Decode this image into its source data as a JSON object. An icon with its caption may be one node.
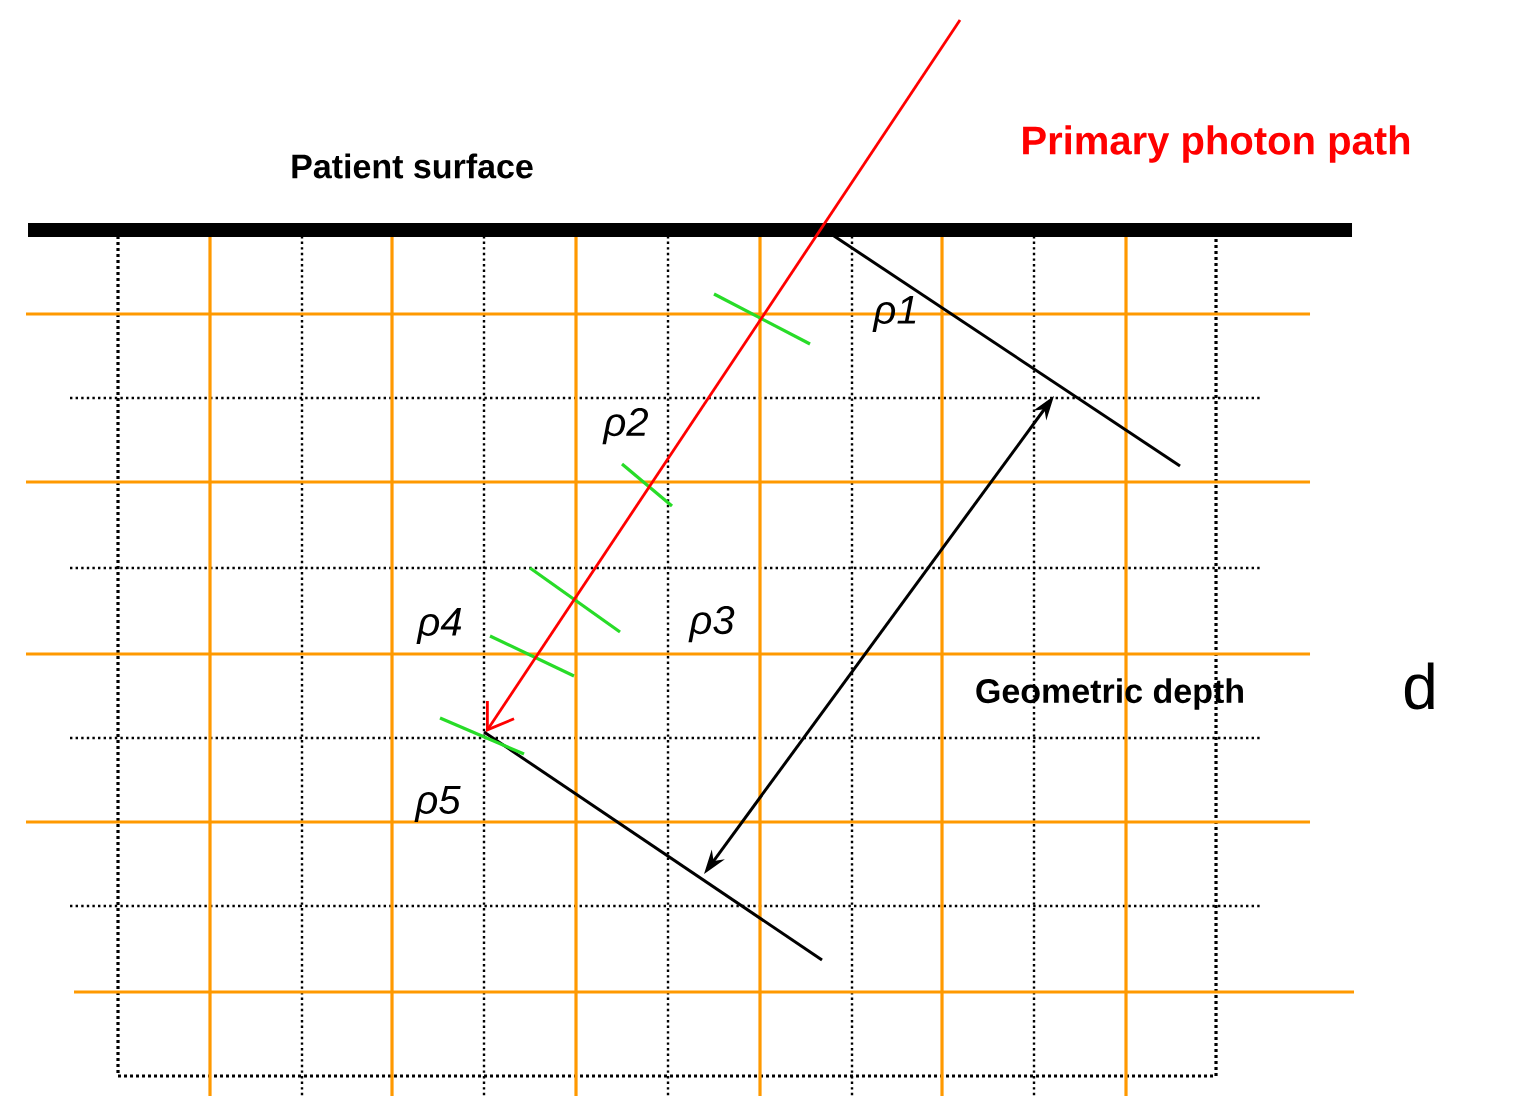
{
  "diagram": {
    "labels": [
      "Patient surface",
      "Primary photon path",
      "ρ1",
      "ρ2",
      "ρ4",
      "ρ3",
      "Geometric depth",
      "d",
      "ρ5"
    ]
  }
}
